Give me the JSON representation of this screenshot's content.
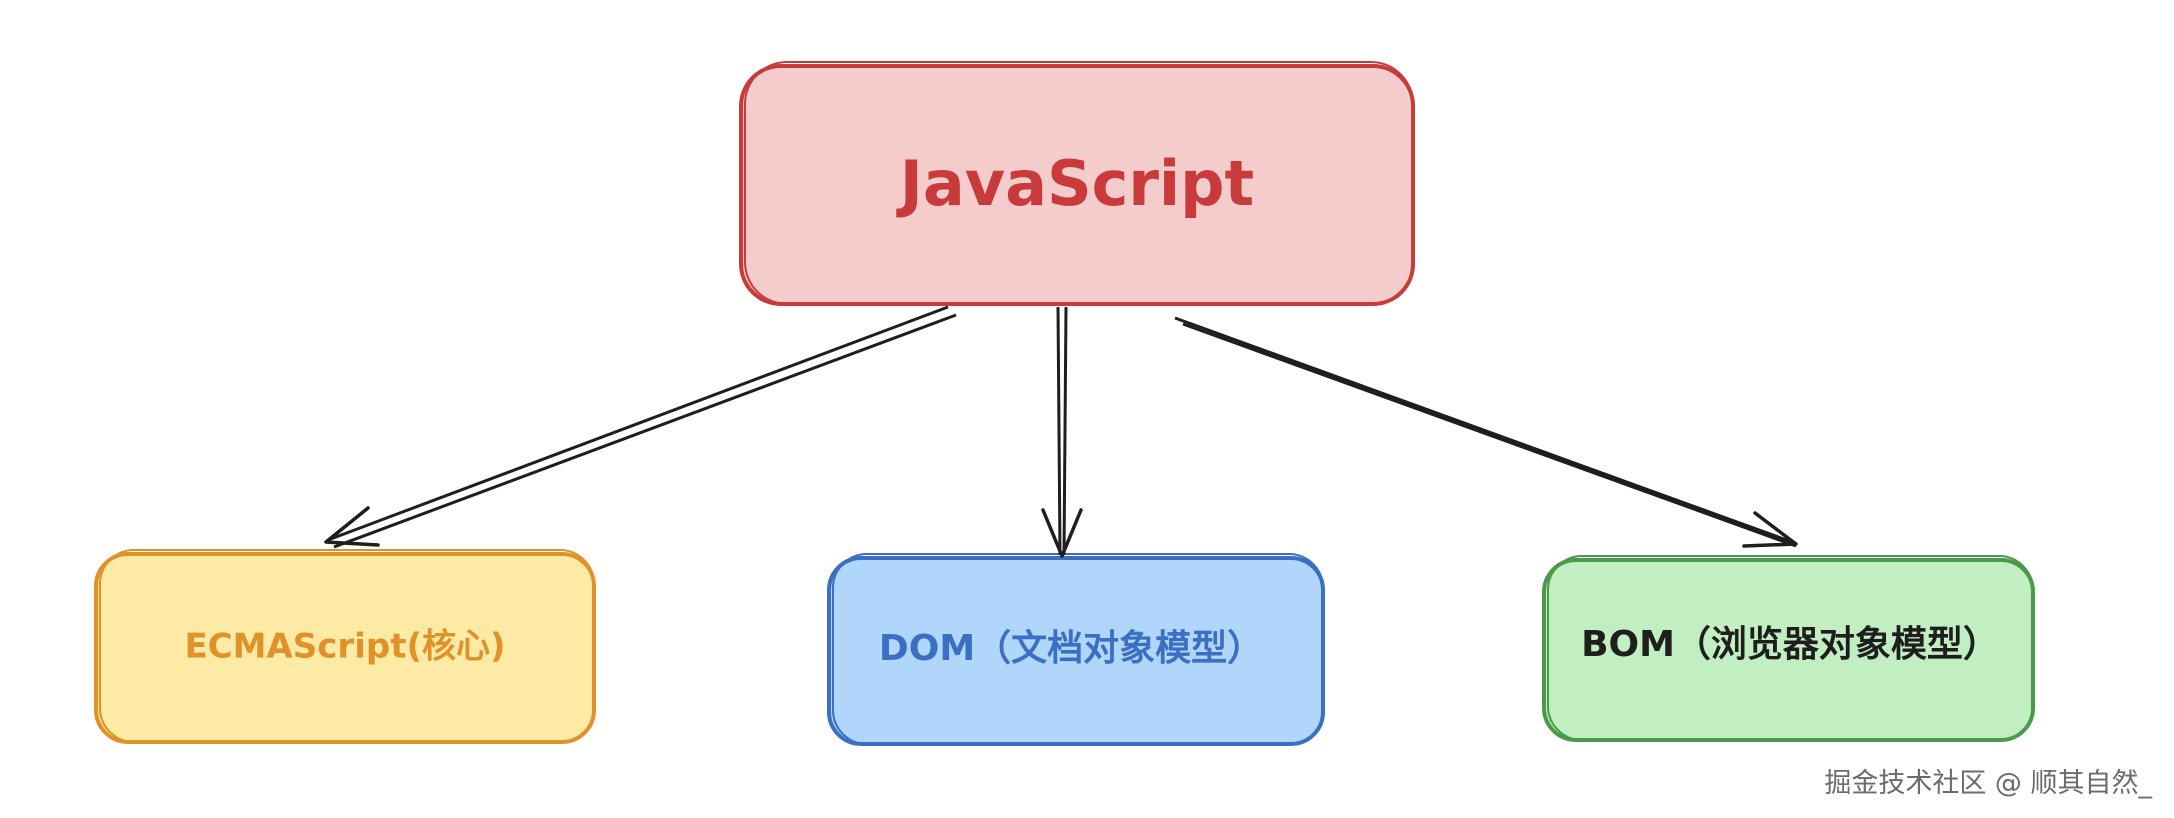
{
  "nodes": {
    "root": {
      "label": "JavaScript",
      "stroke": "#c93a3a",
      "fill": "#f5cccc",
      "text_color": "#c93a3a"
    },
    "ecmascript": {
      "label": "ECMAScript(核心)",
      "stroke": "#e0912a",
      "fill": "#fdeaa4",
      "text_color": "#e0912a"
    },
    "dom": {
      "label": "DOM（文档对象模型）",
      "stroke": "#3a6fc4",
      "fill": "#b0d6fb",
      "text_color": "#3a6fc4"
    },
    "bom": {
      "label": "BOM（浏览器对象模型）",
      "stroke": "#4a9a4a",
      "fill": "#c2efc2",
      "text_color": "#1e1e1e"
    }
  },
  "edges": [
    {
      "from": "JavaScript",
      "to": "ECMAScript(核心)"
    },
    {
      "from": "JavaScript",
      "to": "DOM（文档对象模型）"
    },
    {
      "from": "JavaScript",
      "to": "BOM（浏览器对象模型）"
    }
  ],
  "edge_color": "#1e1e1e",
  "watermark": "掘金技术社区 @ 顺其自然_"
}
